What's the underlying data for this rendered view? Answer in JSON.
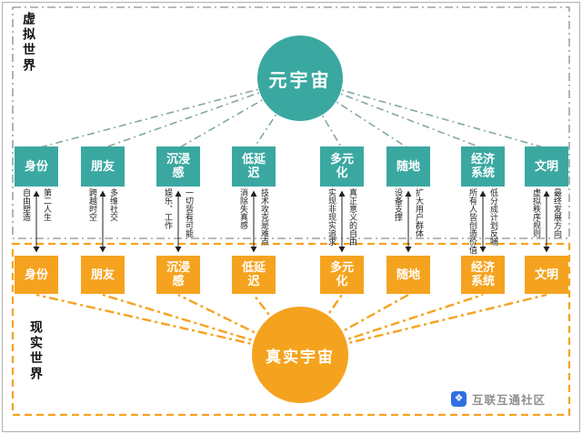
{
  "sections": {
    "virtual": {
      "label": "虚拟世界",
      "border_color": "#98a5a5"
    },
    "real": {
      "label": "现实世界",
      "border_color": "#f5a31f"
    }
  },
  "nodes": {
    "metaverse": {
      "label": "元宇宙",
      "color": "#3aa8a1"
    },
    "real_universe": {
      "label": "真实宇宙",
      "color": "#f5a31f"
    }
  },
  "columns": [
    {
      "label": "身份",
      "left_note": "自由塑造",
      "right_note": "第二人生"
    },
    {
      "label": "朋友",
      "left_note": "跨越时空",
      "right_note": "多维社交"
    },
    {
      "label": "沉浸感",
      "left_note": "娱乐、工作",
      "right_note": "一切皆有可能"
    },
    {
      "label": "低延迟",
      "left_note": "消除失真感",
      "right_note": "技术攻克是难点"
    },
    {
      "label": "多元化",
      "left_note": "实现非现实追求",
      "right_note": "真正意义的自由"
    },
    {
      "label": "随地",
      "left_note": "设备支撑",
      "right_note": "扩大用户群体"
    },
    {
      "label": "经济系统",
      "left_note": "所有人皆创造价值",
      "right_note": "低分成计划反哺"
    },
    {
      "label": "文明",
      "left_note": "虚拟秩序规则",
      "right_note": "最终发展方向"
    }
  ],
  "watermark": {
    "text": "互联互通社区",
    "icon_color": "#2f6fe4"
  },
  "palette": {
    "teal": "#3aa8a1",
    "orange": "#f5a31f",
    "virtual_link_line": "#84a7a4",
    "arrow": "#222222"
  }
}
